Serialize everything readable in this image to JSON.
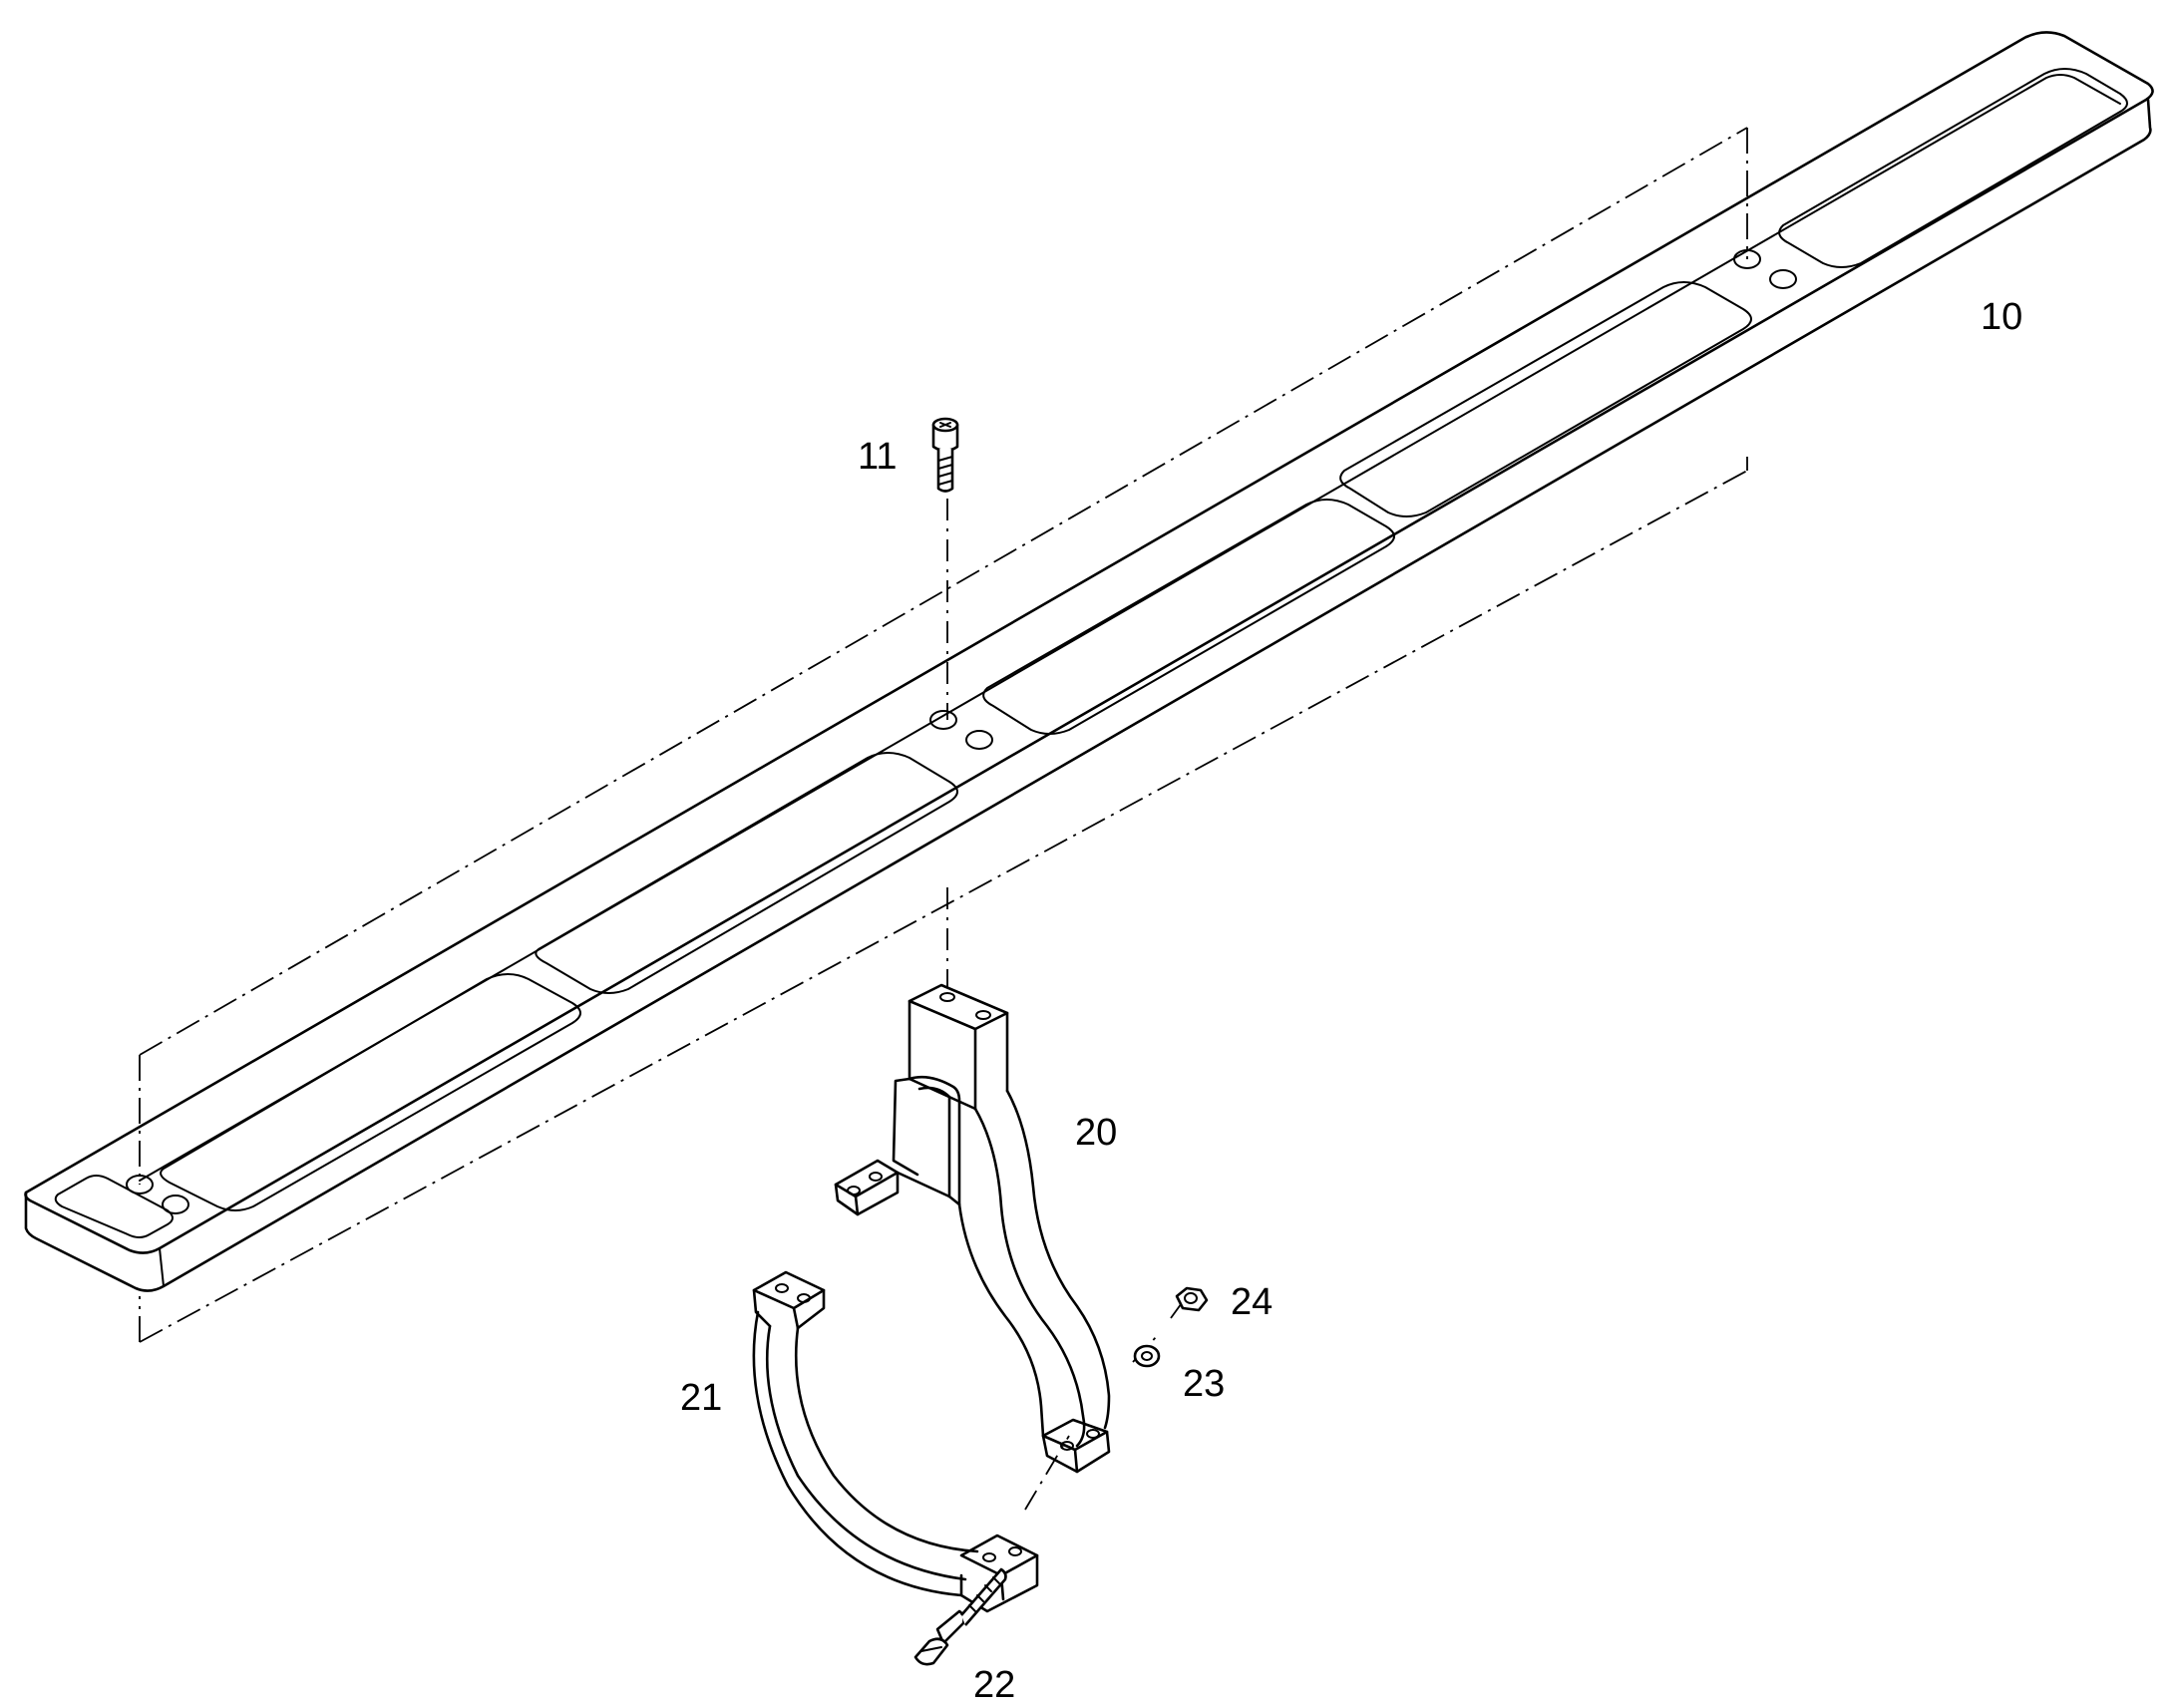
{
  "callouts": {
    "c10": "10",
    "c11": "11",
    "c20": "20",
    "c21": "21",
    "c22": "22",
    "c23": "23",
    "c24": "24"
  }
}
